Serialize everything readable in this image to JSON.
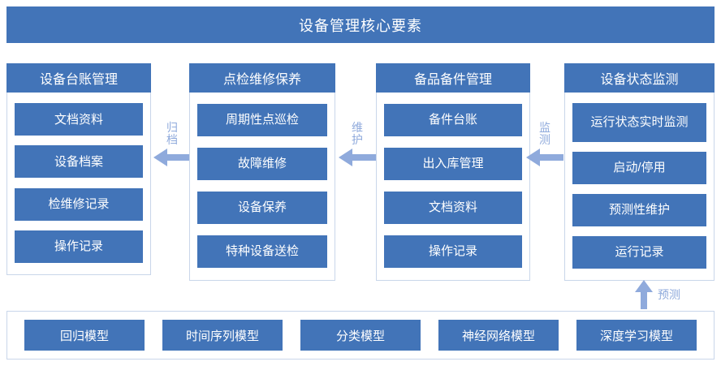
{
  "title": "设备管理核心要素",
  "colors": {
    "primary": "#4274b8",
    "arrow": "#8faadc",
    "border": "#c9d6ea",
    "background": "#ffffff",
    "text_on_primary": "#ffffff"
  },
  "columns": [
    {
      "header": "设备台账管理",
      "items": [
        "文档资料",
        "设备档案",
        "检维修记录",
        "操作记录"
      ]
    },
    {
      "header": "点检维修保养",
      "items": [
        "周期性点巡检",
        "故障维修",
        "设备保养",
        "特种设备送检"
      ]
    },
    {
      "header": "备品备件管理",
      "items": [
        "备件台账",
        "出入库管理",
        "文档资料",
        "操作记录"
      ]
    },
    {
      "header": "设备状态监测",
      "items": [
        "运行状态实时监测",
        "启动/停用",
        "预测性维护",
        "运行记录"
      ]
    }
  ],
  "arrows": [
    {
      "label": "归档",
      "direction": "left"
    },
    {
      "label": "维护",
      "direction": "left"
    },
    {
      "label": "监测",
      "direction": "left"
    }
  ],
  "predict_arrow": {
    "label": "预测",
    "direction": "up"
  },
  "models": {
    "items": [
      "回归模型",
      "时间序列模型",
      "分类模型",
      "神经网络模型",
      "深度学习模型"
    ]
  }
}
